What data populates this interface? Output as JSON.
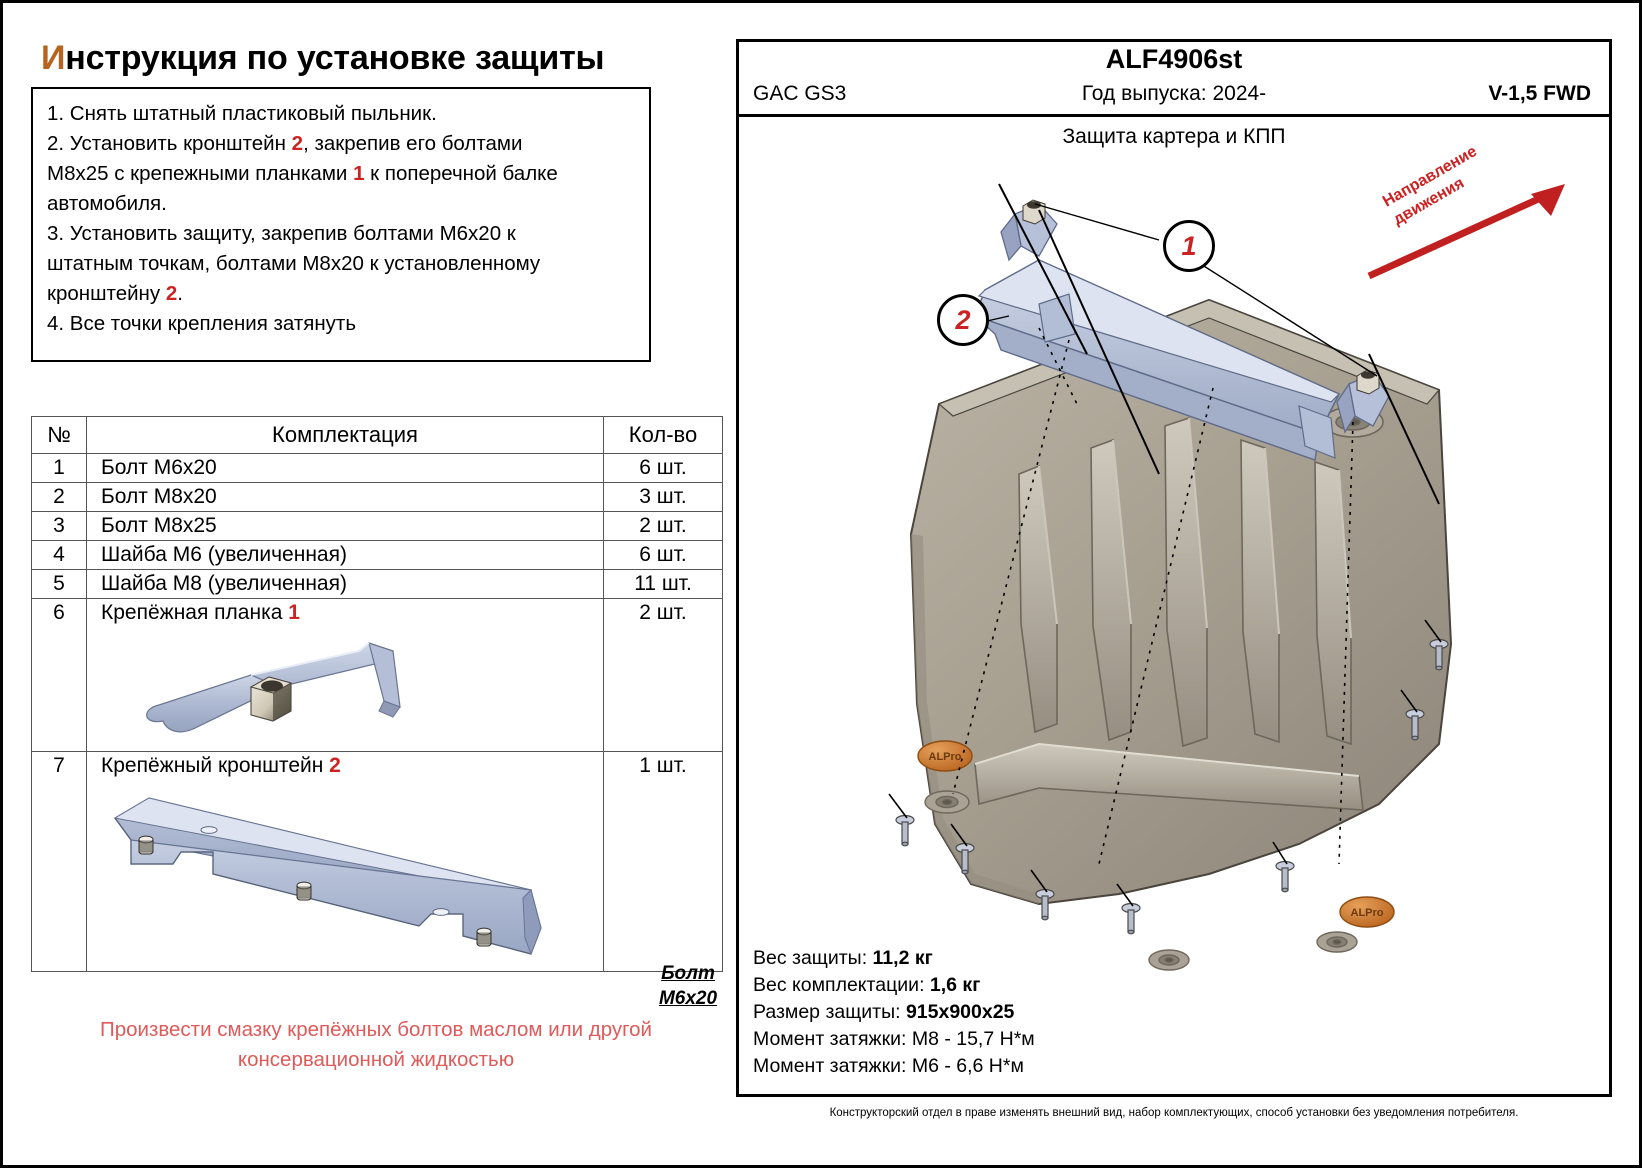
{
  "doc": {
    "title_first": "И",
    "title_rest": "нструкция по установке защиты"
  },
  "instructions": [
    {
      "prefix": "1. Снять штатный пластиковый пыльник.",
      "parts": []
    },
    {
      "prefix": "2. Установить кронштейн ",
      "red": "2",
      "suffix": ", закрепив его болтами"
    },
    {
      "prefix": "M8x25 с крепежными планками ",
      "red": "1",
      "suffix": " к поперечной балке"
    },
    {
      "prefix": "автомобиля."
    },
    {
      "prefix": "3. Установить защиту, закрепив болтами M6x20 к"
    },
    {
      "prefix": "штатным точкам, болтами M8x20 к установленному"
    },
    {
      "prefix": "кронштейну ",
      "red": "2",
      "suffix": "."
    },
    {
      "prefix": "4. Все точки крепления затянуть"
    }
  ],
  "table": {
    "headers": {
      "no": "№",
      "name": "Комплектация",
      "qty": "Кол-во"
    },
    "rows": [
      {
        "no": "1",
        "name": "Болт M6x20",
        "qty": "6 шт."
      },
      {
        "no": "2",
        "name": "Болт M8x20",
        "qty": "3 шт."
      },
      {
        "no": "3",
        "name": "Болт M8x25",
        "qty": "2 шт."
      },
      {
        "no": "4",
        "name": "Шайба M6 (увеличенная)",
        "qty": "6 шт."
      },
      {
        "no": "5",
        "name": "Шайба M8 (увеличенная)",
        "qty": "11 шт."
      },
      {
        "no": "6",
        "name": "Крепёжная планка ",
        "name_red": "1",
        "qty": "2 шт."
      },
      {
        "no": "7",
        "name": "Крепёжный кронштейн ",
        "name_red": "2",
        "qty": "1 шт."
      }
    ]
  },
  "bolt_note": {
    "line1": "Болт",
    "line2": "M6x20"
  },
  "warning": {
    "line1": "Произвести смазку крепёжных болтов маслом или другой",
    "line2": "консервационной жидкостью"
  },
  "panel": {
    "code": "ALF4906st",
    "model": "GAC GS3",
    "year": "Год выпуска: 2024-",
    "engine": "V-1,5 FWD",
    "product": "Защита картера и КПП",
    "direction_line1": "Направление",
    "direction_line2": "движения",
    "callouts": [
      {
        "label": "1"
      },
      {
        "label": "2"
      }
    ],
    "badge_text": "ALPro",
    "specs": [
      {
        "label": "Вес защиты: ",
        "value": "11,2 кг"
      },
      {
        "label": "Вес комплектации: ",
        "value": "1,6 кг"
      },
      {
        "label": "Размер защиты: ",
        "value": "915x900x25"
      },
      {
        "label": "Момент затяжки:  ",
        "value": "M8 - 15,7 Н*м"
      },
      {
        "label": "Момент затяжки:  ",
        "value": "M6 - 6,6 Н*м"
      }
    ]
  },
  "footnote": "Конструкторский отдел в праве изменять внешний вид, набор комплектующих, способ установки без уведомления потребителя.",
  "colors": {
    "accent_red": "#cc2222",
    "warn_red": "#e05a5a",
    "badge_orange": "#d98434",
    "metal": "#a9a294",
    "bracket_blue": "#aab4cc"
  }
}
